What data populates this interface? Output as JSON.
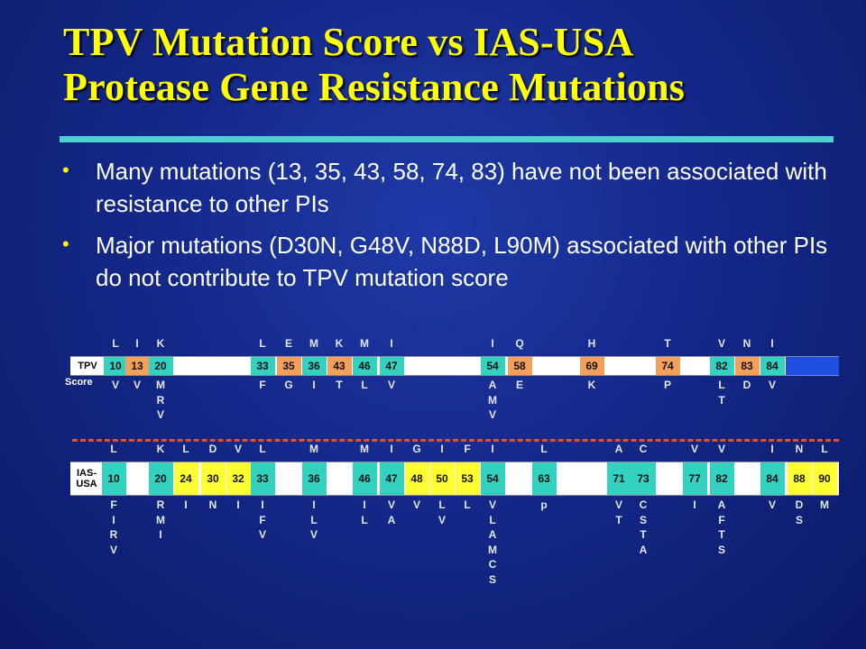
{
  "title": {
    "line1": "TPV Mutation Score vs IAS-USA",
    "line2": "Protease Gene Resistance Mutations"
  },
  "bullets": [
    {
      "text": "Many mutations (13, 35, 43, 58, 74, 83) have not been associated with resistance to other PIs"
    },
    {
      "text": "Major mutations (D30N, G48V, N88D, L90M) associated with other PIs do not contribute to TPV mutation score"
    }
  ],
  "tpv_row": {
    "label": "TPV",
    "caption": "Score",
    "cells": [
      {
        "pos": "10",
        "color": "cyan",
        "top": "L",
        "bottom": [
          "V"
        ]
      },
      {
        "pos": "13",
        "color": "orange",
        "top": "I",
        "bottom": [
          "V"
        ]
      },
      {
        "pos": "20",
        "color": "cyan",
        "top": "K",
        "bottom": [
          "M",
          "R",
          "V"
        ]
      },
      {
        "pos": "33",
        "color": "cyan",
        "top": "L",
        "bottom": [
          "F"
        ]
      },
      {
        "pos": "35",
        "color": "orange",
        "top": "E",
        "bottom": [
          "G"
        ]
      },
      {
        "pos": "36",
        "color": "cyan",
        "top": "M",
        "bottom": [
          "I"
        ]
      },
      {
        "pos": "43",
        "color": "orange",
        "top": "K",
        "bottom": [
          "T"
        ]
      },
      {
        "pos": "46",
        "color": "cyan",
        "top": "M",
        "bottom": [
          "L"
        ]
      },
      {
        "pos": "47",
        "color": "cyan",
        "top": "I",
        "bottom": [
          "V"
        ]
      },
      {
        "pos": "54",
        "color": "cyan",
        "top": "I",
        "bottom": [
          "A",
          "M",
          "V"
        ]
      },
      {
        "pos": "58",
        "color": "orange",
        "top": "Q",
        "bottom": [
          "E"
        ]
      },
      {
        "pos": "69",
        "color": "orange",
        "top": "H",
        "bottom": [
          "K"
        ]
      },
      {
        "pos": "74",
        "color": "orange",
        "top": "T",
        "bottom": [
          "P"
        ]
      },
      {
        "pos": "82",
        "color": "cyan",
        "top": "V",
        "bottom": [
          "L",
          "T"
        ]
      },
      {
        "pos": "83",
        "color": "orange",
        "top": "N",
        "bottom": [
          "D"
        ]
      },
      {
        "pos": "84",
        "color": "cyan",
        "top": "I",
        "bottom": [
          "V"
        ]
      }
    ]
  },
  "ias_row": {
    "label": "IAS-USA",
    "cells": [
      {
        "pos": "10",
        "color": "cyan",
        "top": "L",
        "bottom": [
          "F",
          "I",
          "R",
          "V"
        ]
      },
      {
        "pos": "20",
        "color": "cyan",
        "top": "K",
        "bottom": [
          "R",
          "M",
          "I"
        ]
      },
      {
        "pos": "24",
        "color": "yellow",
        "top": "L",
        "bottom": [
          "I"
        ]
      },
      {
        "pos": "30",
        "color": "yellow",
        "top": "D",
        "bottom": [
          "N"
        ]
      },
      {
        "pos": "32",
        "color": "yellow",
        "top": "V",
        "bottom": [
          "I"
        ]
      },
      {
        "pos": "33",
        "color": "cyan",
        "top": "L",
        "bottom": [
          "I",
          "F",
          "V"
        ]
      },
      {
        "pos": "36",
        "color": "cyan",
        "top": "M",
        "bottom": [
          "I",
          "L",
          "V"
        ]
      },
      {
        "pos": "46",
        "color": "cyan",
        "top": "M",
        "bottom": [
          "I",
          "L"
        ]
      },
      {
        "pos": "47",
        "color": "cyan",
        "top": "I",
        "bottom": [
          "V",
          "A"
        ]
      },
      {
        "pos": "48",
        "color": "yellow",
        "top": "G",
        "bottom": [
          "V"
        ]
      },
      {
        "pos": "50",
        "color": "yellow",
        "top": "I",
        "bottom": [
          "L",
          "V"
        ]
      },
      {
        "pos": "53",
        "color": "yellow",
        "top": "F",
        "bottom": [
          "L"
        ]
      },
      {
        "pos": "54",
        "color": "cyan",
        "top": "I",
        "bottom": [
          "V",
          "L",
          "A",
          "M",
          "C",
          "S"
        ]
      },
      {
        "pos": "63",
        "color": "cyan",
        "top": "L",
        "bottom": [
          "p"
        ]
      },
      {
        "pos": "71",
        "color": "cyan",
        "top": "A",
        "bottom": [
          "V",
          "T"
        ]
      },
      {
        "pos": "73",
        "color": "cyan",
        "top": "C",
        "bottom": [
          "C",
          "S",
          "T",
          "A"
        ]
      },
      {
        "pos": "77",
        "color": "cyan",
        "top": "V",
        "bottom": [
          "I"
        ]
      },
      {
        "pos": "82",
        "color": "cyan",
        "top": "V",
        "bottom": [
          "A",
          "F",
          "T",
          "S"
        ]
      },
      {
        "pos": "84",
        "color": "cyan",
        "top": "I",
        "bottom": [
          "V"
        ]
      },
      {
        "pos": "88",
        "color": "yellow",
        "top": "N",
        "bottom": [
          "D",
          "S"
        ]
      },
      {
        "pos": "90",
        "color": "yellow",
        "top": "L",
        "bottom": [
          "M"
        ]
      }
    ]
  },
  "colors": {
    "cyan": "#33d1c0",
    "orange": "#f5a05a",
    "yellow": "#ffff33",
    "blue_end": "#1f4fe0",
    "title": "#ffff00",
    "rule": "#4fd0d0",
    "divider": "#e0502a"
  }
}
